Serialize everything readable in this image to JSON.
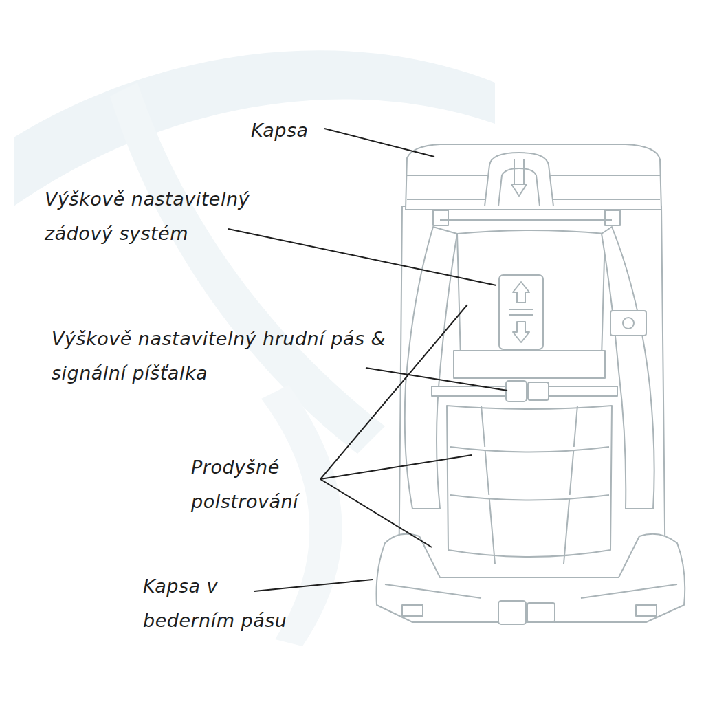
{
  "diagram": {
    "labels": [
      "Kapsa",
      "Výškově nastavitelný zádový systém",
      "Výškově nastavitelný hrudní pás & signální píšťalka",
      "Prodyšné polstrování",
      "Kapsa v bederním pásu"
    ]
  }
}
